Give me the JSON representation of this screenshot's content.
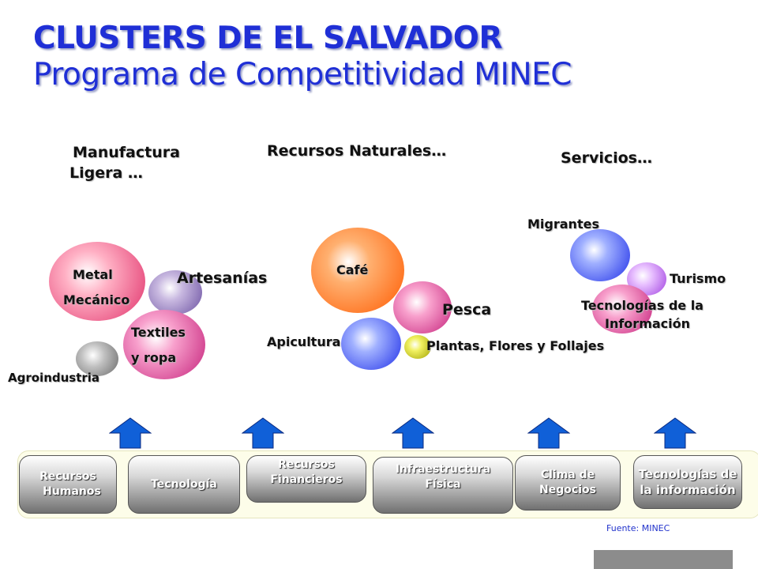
{
  "title": {
    "line1": "CLUSTERS DE EL SALVADOR",
    "line2": "Programa de Competitividad MINEC"
  },
  "categories": {
    "manufactura_line1": "Manufactura",
    "manufactura_line2": "Ligera …",
    "recursos_naturales": "Recursos Naturales…",
    "servicios": "Servicios…"
  },
  "clusters": {
    "metal_line1": "Metal",
    "metal_line2": "Mecánico",
    "artesanias": "Artesanías",
    "textiles_line1": "Textiles",
    "textiles_line2": "y ropa",
    "agroindustria": "Agroindustria",
    "cafe": "Café",
    "pesca": "Pesca",
    "apicultura": "Apicultura",
    "plantas": "Plantas, Flores y Follajes",
    "migrantes": "Migrantes",
    "turismo": "Turismo",
    "tic_line1": "Tecnologías de la",
    "tic_line2": "Información"
  },
  "foundation": {
    "recursos_humanos_1": "Recursos",
    "recursos_humanos_2": "Humanos",
    "tecnologia": "Tecnología",
    "recursos_financieros_1": "Recursos",
    "recursos_financieros_2": "Financieros",
    "infraestructura_1": "Infraestructura",
    "infraestructura_2": "Física",
    "clima_1": "Clima de",
    "clima_2": "Negocios",
    "tic_1": "Tecnologías de",
    "tic_2": "la información"
  },
  "source": "Fuente: MINEC",
  "colors": {
    "title": "#1f2fd6",
    "pink": "#e0306a",
    "magenta": "#c4208a",
    "purple": "#8a70b8",
    "grey": "#8a8a8a",
    "orange": "#ff6a10",
    "blue": "#2a40f0",
    "yellow": "#c8c800",
    "violet": "#b050e0",
    "arrow": "#1060d8"
  }
}
